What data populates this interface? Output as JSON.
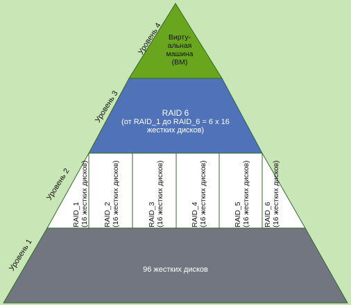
{
  "diagram": {
    "levels": [
      {
        "label": "Уровень 4"
      },
      {
        "label": "Уровень 3"
      },
      {
        "label": "Уровень 2"
      },
      {
        "label": "Уровень 1"
      }
    ],
    "vm": {
      "line1": "Вирту-",
      "line2": "альная",
      "line3": "машина",
      "line4": "(ВМ)"
    },
    "raid6": {
      "title": "RAID 6",
      "line2": "(от RAID_1 до RAID_6 = 6 x 16",
      "line3": "жестких дисков)"
    },
    "raid_columns": [
      {
        "name": "RAID_1",
        "detail": "(16 жестких дисков)"
      },
      {
        "name": "RAID_2",
        "detail": "(16 жестких дисков)"
      },
      {
        "name": "RAID_3",
        "detail": "(16 жестких дисков)"
      },
      {
        "name": "RAID_4",
        "detail": "(16 жестких дисков)"
      },
      {
        "name": "RAID_5",
        "detail": "(16 жестких дисков)"
      },
      {
        "name": "RAID_6",
        "detail": "(16 жестких дисков)"
      }
    ],
    "base": {
      "label": "96 жестких дисков"
    },
    "colors": {
      "background": "#c9e6b6",
      "level4": "#6aa51e",
      "level3": "#4f72b8",
      "level2": "#ffffff",
      "level1": "#717680",
      "outline": "#2f6b2a"
    }
  }
}
